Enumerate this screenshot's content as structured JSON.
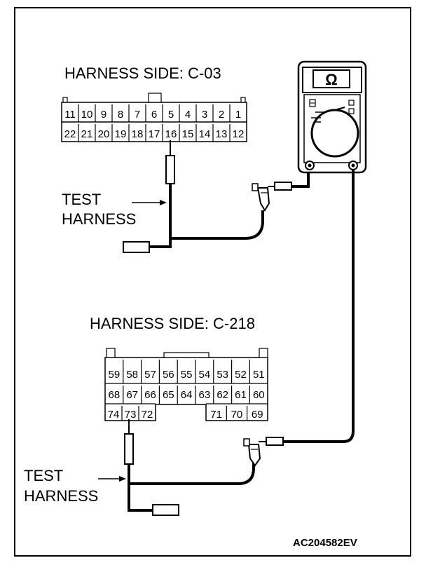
{
  "connector_c03": {
    "title": "HARNESS SIDE: C-03",
    "row1": [
      "11",
      "10",
      "9",
      "8",
      "7",
      "6",
      "5",
      "4",
      "3",
      "2",
      "1"
    ],
    "row2": [
      "22",
      "21",
      "20",
      "19",
      "18",
      "17",
      "16",
      "15",
      "14",
      "13",
      "12"
    ]
  },
  "connector_c218": {
    "title": "HARNESS SIDE: C-218",
    "row1": [
      "59",
      "58",
      "57",
      "56",
      "55",
      "54",
      "53",
      "52",
      "51"
    ],
    "row2": [
      "68",
      "67",
      "66",
      "65",
      "64",
      "63",
      "62",
      "61",
      "60"
    ],
    "row3_left": [
      "74",
      "73",
      "72"
    ],
    "row3_right": [
      "71",
      "70",
      "69"
    ]
  },
  "test_harness_upper": {
    "line1": "TEST",
    "line2": "HARNESS"
  },
  "test_harness_lower": {
    "line1": "TEST",
    "line2": "HARNESS"
  },
  "multimeter": {
    "symbol": "Ω"
  },
  "figure_code": "AC204582EV"
}
